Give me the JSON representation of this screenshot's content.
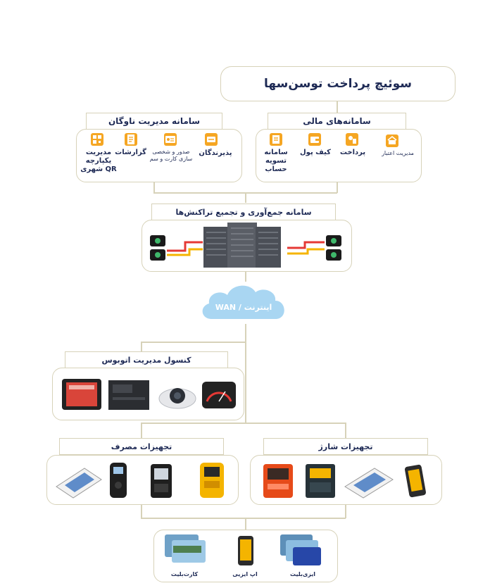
{
  "title": "سوئیچ پرداخت توسن‌سها",
  "financial": {
    "header": "سامانه‌های مالی",
    "items": [
      "مدیریت اعتبار",
      "پرداخت",
      "کیف پول",
      "سامانه تسویه حساب"
    ]
  },
  "fleet": {
    "header": "سامانه مدیریت ناوگان",
    "items": [
      "پذیرندگان",
      "صدور و شخصی سازی کارت و سم",
      "گزارشات",
      "مدیریت یکپارچه QR شهری"
    ]
  },
  "aggregation": {
    "header": "سامانه جمع‌آوری و تجمیع تراکنش‌ها"
  },
  "cloud": {
    "label": "اینترنت / WAN"
  },
  "console": {
    "header": "کنسول مدیریت اتوبوس"
  },
  "consumption": {
    "header": "تجهیزات مصرف"
  },
  "charge": {
    "header": "تجهیزات شارژ"
  },
  "cards": {
    "items": [
      "ایزی‌بلیت",
      "اپ ایزیی",
      "کارت‌بلیت"
    ]
  },
  "colors": {
    "border": "#d7d2b9",
    "text": "#1e2a55",
    "icon": "#f5a623",
    "cloud": "#a9d6f2",
    "cable_red": "#e53935",
    "cable_yellow": "#f5b400"
  }
}
